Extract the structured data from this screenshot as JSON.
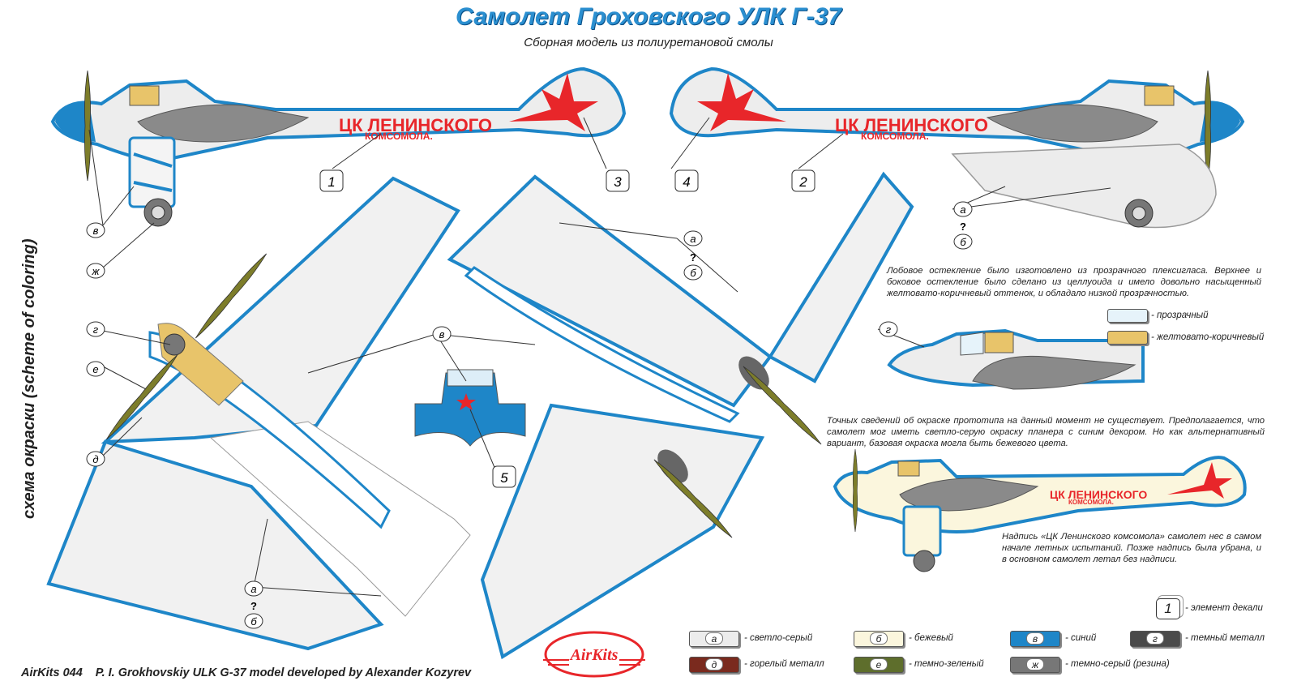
{
  "header": {
    "title": "Самолет Гроховского УЛК Г-37",
    "subtitle": "Сборная модель из полиуретановой смолы"
  },
  "side_caption": "схема окраски (scheme of coloring)",
  "markings": {
    "line1": "ЦК ЛЕНИНСКОГО",
    "line2": "КОМСОМОЛА."
  },
  "callouts": {
    "n1": "1",
    "n2": "2",
    "n3": "3",
    "n4": "4",
    "n5": "5",
    "a": "а",
    "b": "б",
    "v": "в",
    "g": "г",
    "d": "д",
    "e": "е",
    "zh": "ж",
    "q": "?"
  },
  "notes": {
    "glazing": "Лобовое остекление было изготовлено из прозрачного плексигласа. Верхнее и боковое остекление было сделано из целлуоида и имело довольно насыщенный желтовато-коричневый оттенок, и обладало низкой прозрачностью.",
    "uncertain": "Точных сведений об окраске прототипа на данный момент не существует. Предполагается, что самолет мог иметь светло-серую окраску планера с синим декором. Но как альтернативный вариант, базовая окраска могла быть бежевого цвета.",
    "inscription": "Надпись «ЦК Ленинского комсомола» самолет нес в самом начале летных испытаний. Позже надпись была убрана, и в основном самолет летал без надписи."
  },
  "glazing_legend": [
    {
      "label": "- прозрачный",
      "color": "#e6f3fa"
    },
    {
      "label": "- желтовато-коричневый",
      "color": "#e8c46a"
    }
  ],
  "decal_legend": {
    "number": "1",
    "label": "- элемент декали"
  },
  "color_legend": [
    {
      "letter": "а",
      "label": "- светло-серый",
      "color": "#ececec"
    },
    {
      "letter": "б",
      "label": "- бежевый",
      "color": "#fbf6dd"
    },
    {
      "letter": "в",
      "label": "- синий",
      "color": "#1e86c8"
    },
    {
      "letter": "г",
      "label": "- темный металл",
      "color": "#4a4a4a"
    },
    {
      "letter": "д",
      "label": "- горелый металл",
      "color": "#7a2a1e"
    },
    {
      "letter": "е",
      "label": "- темно-зеленый",
      "color": "#5e6e2c"
    },
    {
      "letter": "ж",
      "label": "- темно-серый (резина)",
      "color": "#777777"
    }
  ],
  "footer": {
    "code": "AirKits 044",
    "credit": "P. I. Grokhovskiy ULK G-37 model developed by Alexander Kozyrev"
  },
  "logo": {
    "text": "AirKits"
  },
  "colors": {
    "blue": "#1e86c8",
    "light_gray": "#ececec",
    "dark_gray": "#8a8a8a",
    "red": "#e8262a",
    "olive": "#7d7d2a",
    "title_blue": "#2b8fd0"
  }
}
